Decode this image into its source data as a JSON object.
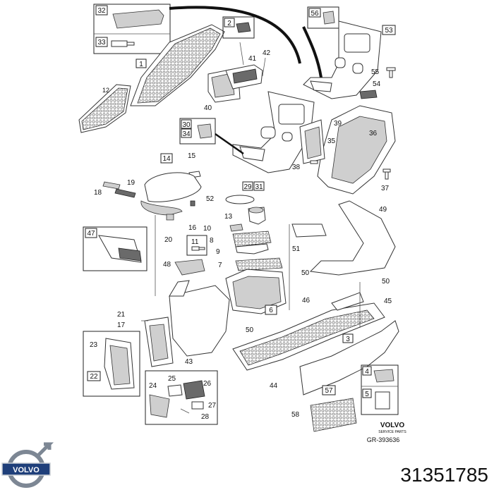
{
  "labels": {
    "n1": "1",
    "n2": "2",
    "n3": "3",
    "n4": "4",
    "n5": "5",
    "n6": "6",
    "n7": "7",
    "n8": "8",
    "n9": "9",
    "n10": "10",
    "n11": "11",
    "n12": "12",
    "n13": "13",
    "n14": "14",
    "n15": "15",
    "n16": "16",
    "n17": "17",
    "n18": "18",
    "n19": "19",
    "n20": "20",
    "n21": "21",
    "n22": "22",
    "n23": "23",
    "n24": "24",
    "n25": "25",
    "n26": "26",
    "n27": "27",
    "n28": "28",
    "n29": "29",
    "n30": "30",
    "n31": "31",
    "n32": "32",
    "n33": "33",
    "n34": "34",
    "n35": "35",
    "n36": "36",
    "n37": "37",
    "n38": "38",
    "n39": "39",
    "n40": "40",
    "n41": "41",
    "n42": "42",
    "n43": "43",
    "n44": "44",
    "n45": "45",
    "n46": "46",
    "n47": "47",
    "n48": "48",
    "n49": "49",
    "n50a": "50",
    "n50b": "50",
    "n50c": "50",
    "n51": "51",
    "n52": "52",
    "n53": "53",
    "n54": "54",
    "n55": "55",
    "n56": "56",
    "n57": "57",
    "n58": "58"
  },
  "brand": {
    "volvo_small": "VOLVO",
    "service_parts": "SERVICE PARTS",
    "drawing_ref": "GR-393636",
    "volvo_logo": "VOLVO"
  },
  "part_number": "31351785",
  "colors": {
    "line": "#333333",
    "shade": "#cfcfcf",
    "dark": "#6a6a6a",
    "logo_blue": "#1f3f7a"
  }
}
